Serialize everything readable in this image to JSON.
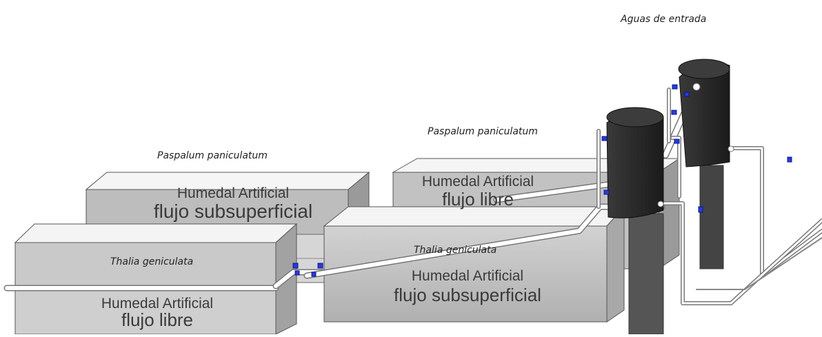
{
  "labels": {
    "inlet": "Aguas de entrada",
    "plant_top_left": "Paspalum paniculatum",
    "plant_top_right": "Paspalum paniculatum",
    "plant_bottom_left": "Thalia geniculata",
    "plant_bottom_right": "Thalia geniculata"
  },
  "wetlands": {
    "back_left": {
      "line1": "Humedal Artificial",
      "line2": "flujo subsuperficial"
    },
    "back_right": {
      "line1": "Humedal Artificial",
      "line2": "flujo libre"
    },
    "front_left": {
      "line1": "Humedal Artificial",
      "line2": "flujo libre"
    },
    "front_right": {
      "line1": "Humedal Artificial",
      "line2": "flujo subsuperficial"
    }
  },
  "colors": {
    "box_top": "#f4f4f4",
    "box_front": "#c8c8c8",
    "box_side": "#9c9c9c",
    "tank": "#2e2e2e",
    "pipe": "#ffffff",
    "valve": "#2a3bd6"
  }
}
